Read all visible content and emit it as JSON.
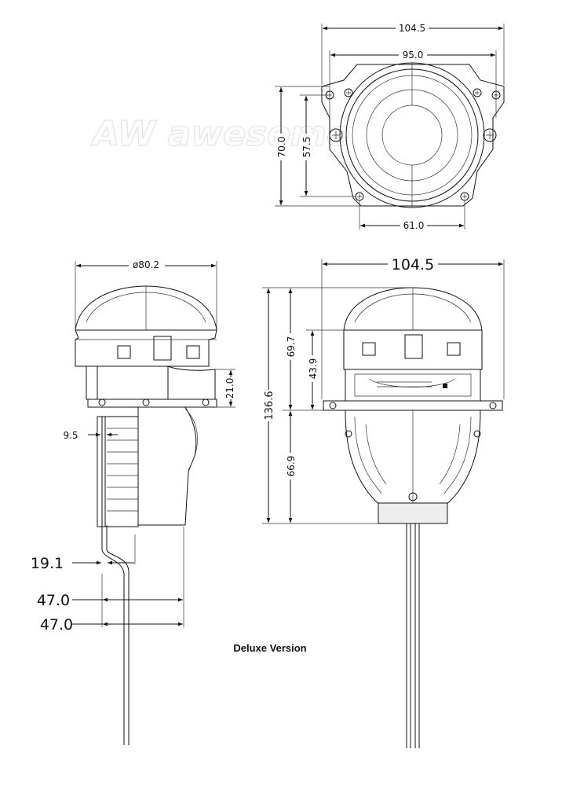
{
  "dimensions": {
    "top_width_outer": "104.5",
    "top_width_inner": "95.0",
    "top_height_outer": "70.0",
    "top_height_inner": "57.5",
    "top_bottom_width": "61.0",
    "side_diameter": "ø80.2",
    "side_bracket_height": "21.0",
    "side_offset": "9.5",
    "side_wire_offset": "19.1",
    "side_depth_a": "47.0",
    "side_depth_b": "47.0",
    "front_width": "104.5",
    "front_total_height": "136.6",
    "front_upper_height": "69.7",
    "front_lens_height": "43.9",
    "front_lower_height": "66.9"
  },
  "caption": "Deluxe Version"
}
